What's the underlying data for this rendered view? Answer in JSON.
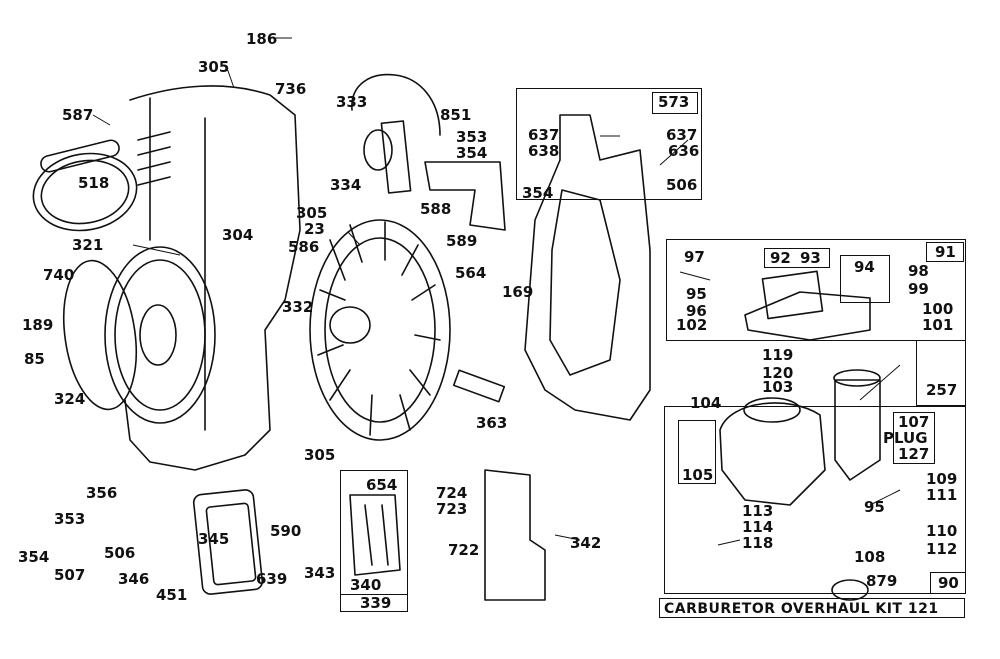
{
  "diagram": {
    "caption": "CARBURETOR OVERHAUL KIT 121",
    "box_labels": {
      "b573": "573",
      "b91": "91",
      "b92": "92",
      "b93": "93",
      "b94": "94",
      "b257": "257",
      "b107": "107",
      "plug": "PLUG",
      "b127": "127",
      "b105": "105",
      "b90": "90",
      "b339": "339"
    },
    "part_labels": [
      "186",
      "305",
      "736",
      "587",
      "333",
      "851",
      "353",
      "354",
      "637",
      "638",
      "354",
      "637",
      "636",
      "506",
      "518",
      "304",
      "334",
      "305",
      "23",
      "588",
      "589",
      "321",
      "586",
      "740",
      "564",
      "169",
      "189",
      "85",
      "332",
      "324",
      "363",
      "305",
      "356",
      "353",
      "354",
      "507",
      "506",
      "345",
      "590",
      "654",
      "724",
      "723",
      "722",
      "342",
      "343",
      "340",
      "346",
      "451",
      "639",
      "97",
      "95",
      "96",
      "102",
      "98",
      "99",
      "100",
      "101",
      "119",
      "120",
      "103",
      "104",
      "109",
      "111",
      "110",
      "112",
      "113",
      "114",
      "118",
      "95",
      "108",
      "879"
    ]
  }
}
